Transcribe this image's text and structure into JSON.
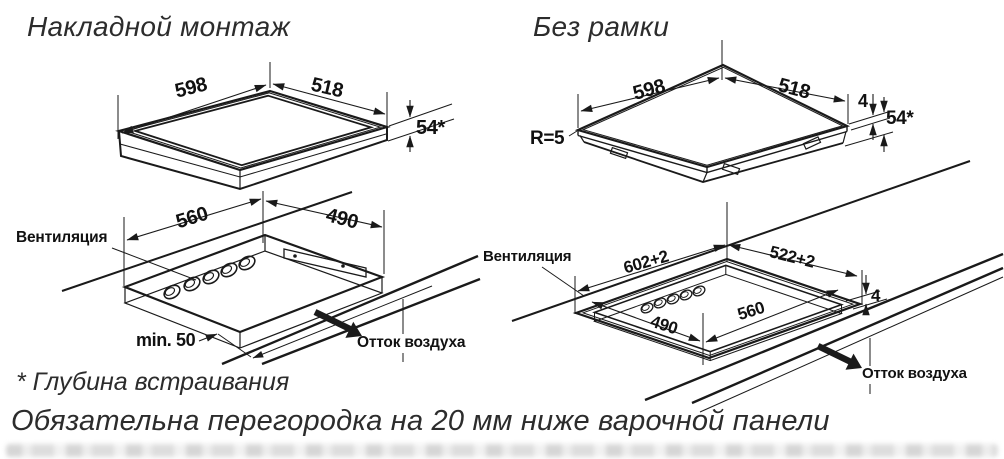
{
  "left_panel": {
    "title": "Накладной монтаж",
    "top_view": {
      "width": "598",
      "depth": "518",
      "height_with_depth": "54*"
    },
    "cutout_view": {
      "cutout_width": "560",
      "cutout_depth": "490",
      "min_front_distance": "min. 50",
      "ventilation_label": "Вентиляция",
      "air_outflow_label": "Отток воздуха"
    }
  },
  "right_panel": {
    "title": "Без рамки",
    "top_view": {
      "width": "598",
      "depth": "518",
      "glass_thickness": "4",
      "height_with_depth": "54*",
      "corner_radius": "R=5"
    },
    "cutout_view": {
      "rebate_width": "602+2",
      "rebate_depth": "522+2",
      "rebate_step": "4",
      "inner_depth": "490",
      "inner_width": "560",
      "ventilation_label": "Вентиляция",
      "air_outflow_label": "Отток воздуха"
    }
  },
  "footnotes": {
    "depth_note": "* Глубина встраивания",
    "partition_note": "Обязательна перегородка на 20 мм ниже варочной панели"
  },
  "icons": {
    "air_flow_arrow": "thick-diagonal-arrow"
  },
  "colors": {
    "line": "#1a1a1a",
    "background": "#ffffff",
    "text": "#2c2c2c"
  }
}
